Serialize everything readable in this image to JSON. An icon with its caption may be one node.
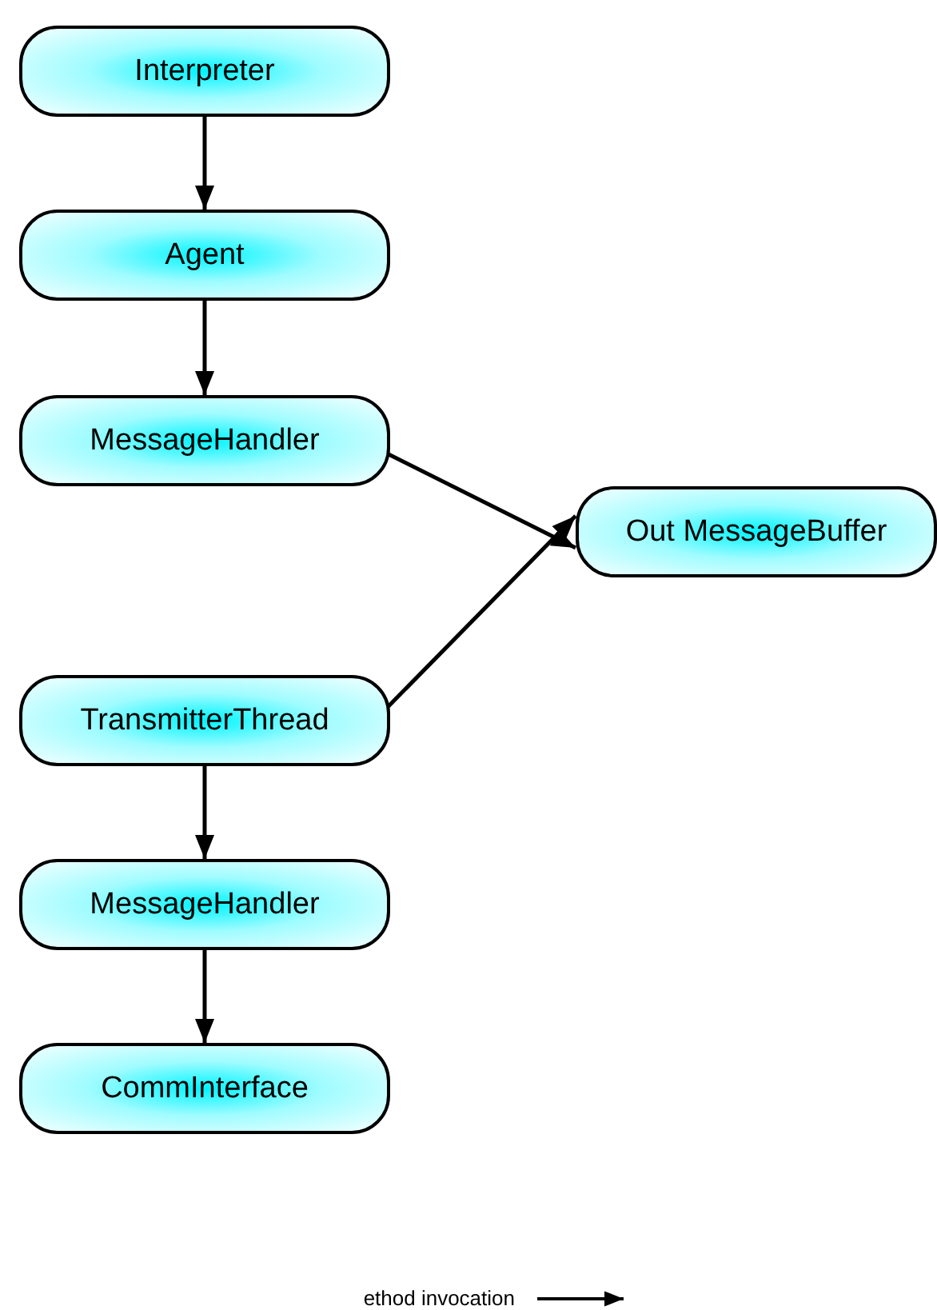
{
  "diagram": {
    "nodes": [
      {
        "text": [
          "Interpreter"
        ]
      },
      {
        "text": [
          "Agent"
        ]
      },
      {
        "text": [
          "MessageHandler"
        ]
      },
      {
        "text": [
          "Out MessageBuffer"
        ]
      },
      {
        "text": [
          "TransmitterThread"
        ]
      },
      {
        "text": [
          "MessageHandler"
        ]
      },
      {
        "text": [
          "CommInterface"
        ]
      }
    ],
    "edges": [
      {
        "from": 0,
        "to": 1,
        "arrow": "to"
      },
      {
        "from": 1,
        "to": 2,
        "arrow": "to"
      },
      {
        "from": 2,
        "to": 3,
        "arrow": "to"
      },
      {
        "from": 4,
        "to": 3,
        "arrow": "to"
      },
      {
        "from": 4,
        "to": 5,
        "arrow": "to"
      },
      {
        "from": 5,
        "to": 6,
        "arrow": "to"
      }
    ],
    "legend": [
      {
        "text": "ethod invocation"
      }
    ]
  }
}
